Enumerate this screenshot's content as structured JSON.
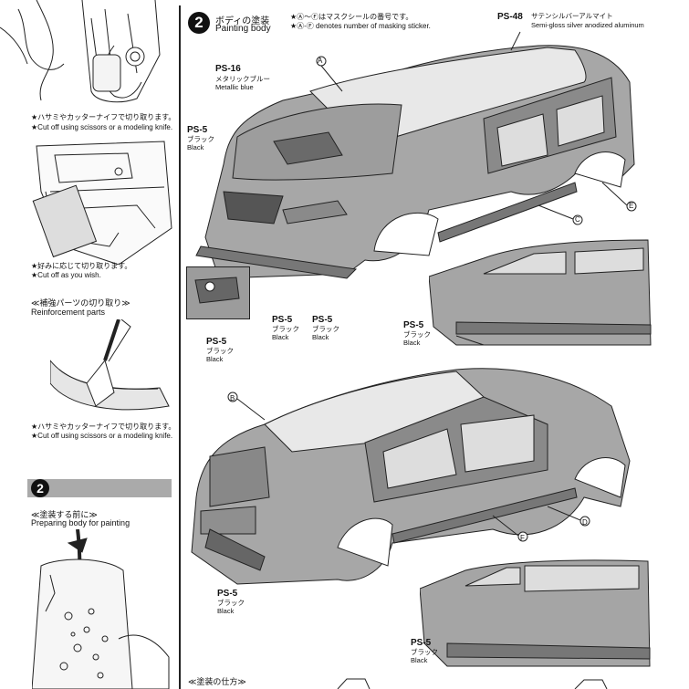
{
  "left": {
    "cut_note_jp": "★ハサミやカッターナイフで切り取ります。",
    "cut_note_en": "★Cut off using scissors or a modeling knife.",
    "wish_note_jp": "★好みに応じて切り取ります。",
    "wish_note_en": "★Cut off as you wish.",
    "reinf_title_jp": "≪補強パーツの切り取り≫",
    "reinf_title_en": "Reinforcement parts",
    "cut_note2_jp": "★ハサミやカッターナイフで切り取ります。",
    "cut_note2_en": "★Cut off using scissors or a modeling knife.",
    "step_num": "2",
    "prep_title_jp": "≪塗装する前に≫",
    "prep_title_en": "Preparing body for painting"
  },
  "right": {
    "step_num": "2",
    "title_jp": "ボディの塗装",
    "title_en": "Painting body",
    "mask_note_jp": "★Ⓐ～Ⓕはマスクシールの番号です。",
    "mask_note_en": "★Ⓐ-Ⓕ denotes number of masking sticker.",
    "ps48": {
      "code": "PS-48",
      "jp": "サテンシルバーアルマイト",
      "en": "Semi-gloss silver anodized aluminum"
    },
    "ps16": {
      "code": "PS-16",
      "jp": "メタリックブルー",
      "en": "Metallic blue"
    },
    "ps5": {
      "code": "PS-5",
      "jp": "ブラック",
      "en": "Black"
    },
    "masks": {
      "a": "A",
      "b": "B",
      "c": "C",
      "d": "D",
      "e": "E",
      "f": "F"
    },
    "how_title_jp": "≪塗装の仕方≫"
  }
}
